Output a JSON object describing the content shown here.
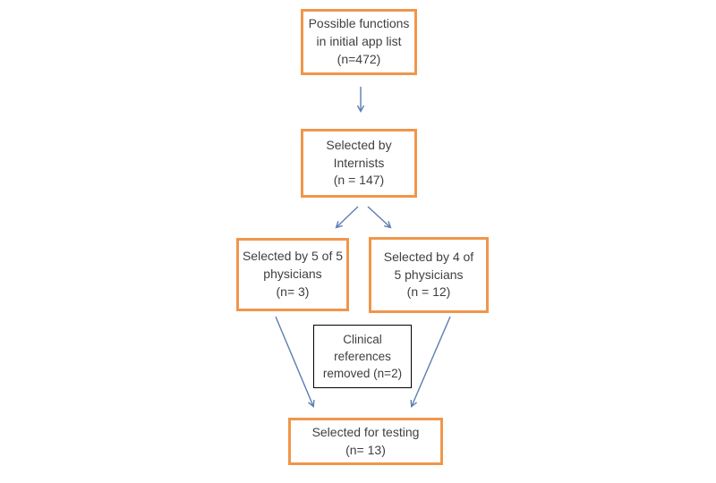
{
  "diagram": {
    "type": "flowchart",
    "nodes": {
      "initial": {
        "text": "Possible functions\nin initial app list\n(n=472)",
        "border": "orange"
      },
      "internists": {
        "text": "Selected by\nInternists\n(n = 147)",
        "border": "orange"
      },
      "five_of_five": {
        "text": "Selected by 5 of 5\nphysicians\n(n= 3)",
        "border": "orange"
      },
      "four_of_five": {
        "text": "Selected by 4 of\n5 physicians\n(n = 12)",
        "border": "orange"
      },
      "clinical_removed": {
        "text": "Clinical\nreferences\nremoved (n=2)",
        "border": "black"
      },
      "testing": {
        "text": "Selected for testing\n(n= 13)",
        "border": "orange"
      }
    },
    "edges": [
      {
        "from": "initial",
        "to": "internists"
      },
      {
        "from": "internists",
        "to": "five_of_five"
      },
      {
        "from": "internists",
        "to": "four_of_five"
      },
      {
        "from": "five_of_five",
        "to": "testing"
      },
      {
        "from": "four_of_five",
        "to": "testing"
      }
    ],
    "colors": {
      "box_border": "#F0964B",
      "note_border": "#000000",
      "arrow": "#5B7DB1",
      "text": "#3F3F3F",
      "background": "#FFFFFF"
    }
  }
}
